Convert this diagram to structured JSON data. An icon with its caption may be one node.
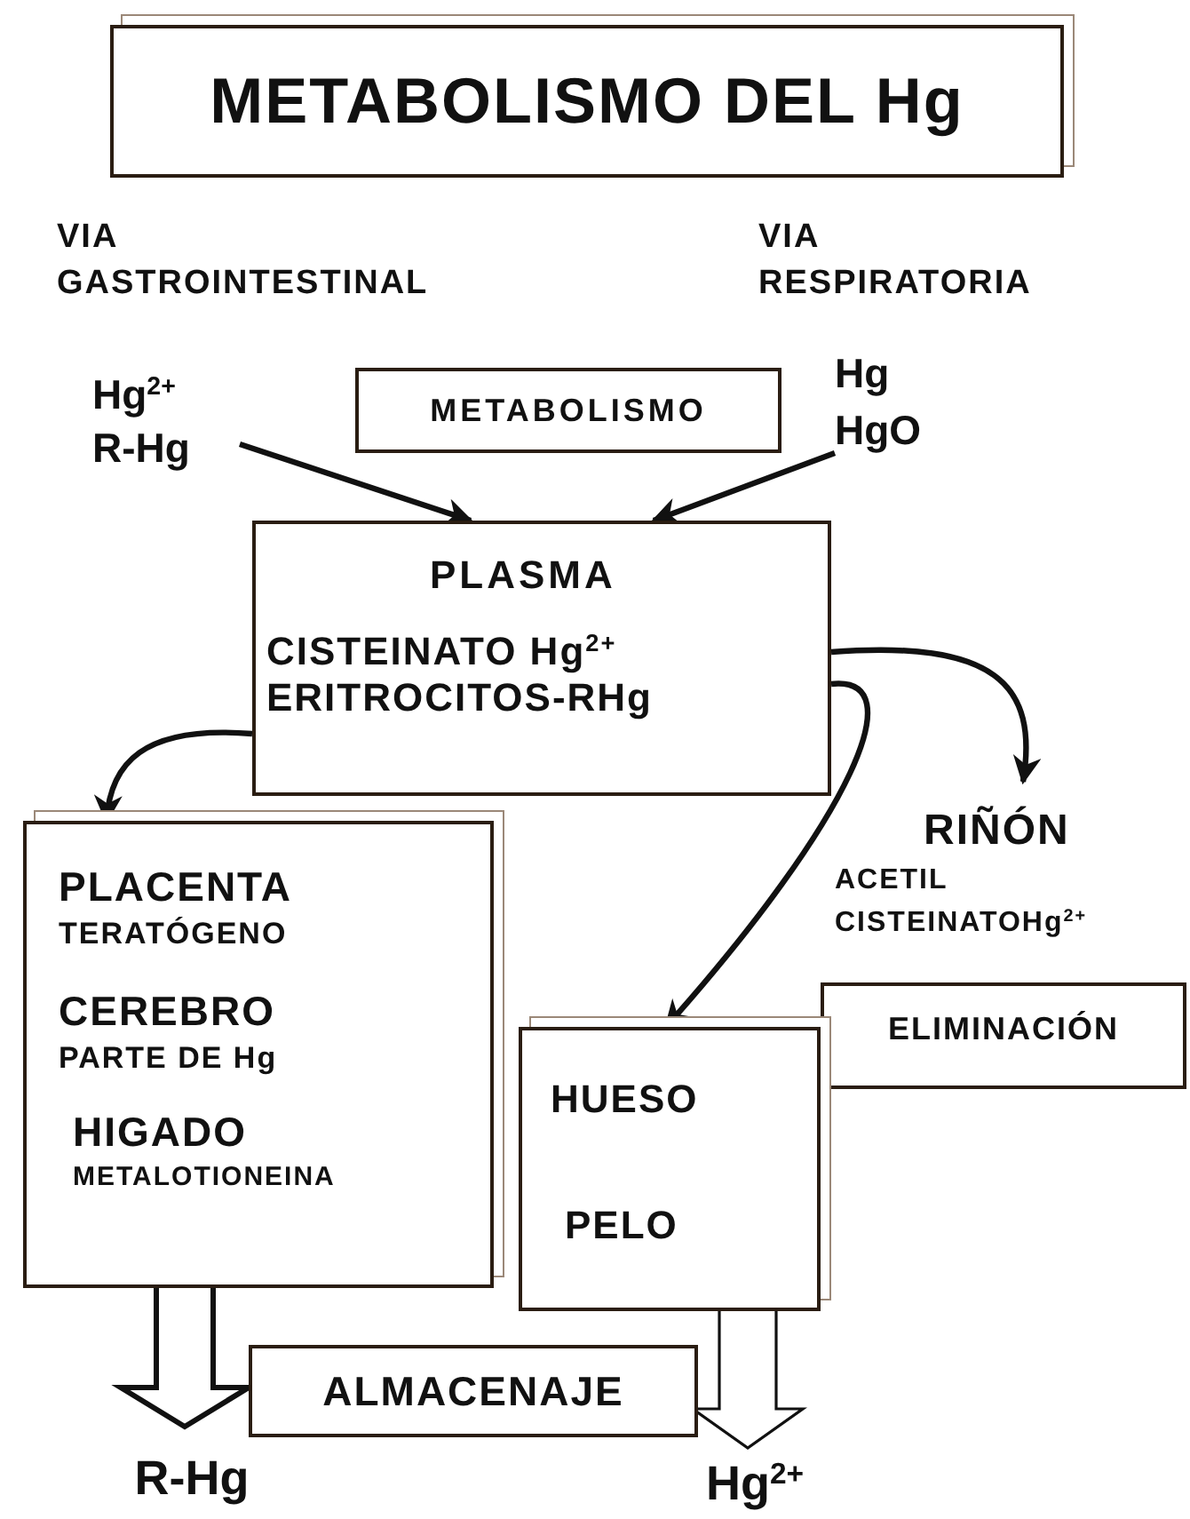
{
  "diagram": {
    "nodes": [
      {
        "text": [
          "METABOLISMO DEL Hg"
        ]
      },
      {
        "text": [
          "Hg$^{2+}$",
          "R-Hg"
        ]
      },
      {
        "text": [
          "METABOLISMO"
        ]
      },
      {
        "text": [
          "Hg",
          "HgO"
        ]
      },
      {
        "text": [
          "PLASMA",
          "CISTEINATO Hg$^{2+}$",
          "ERITROCITOS-RHg"
        ]
      },
      {
        "text": [
          "RIÑÓN",
          "ACETIL CISTEINATOHg$^{2+}$"
        ]
      },
      {
        "text": [
          "PLACENTA",
          "TERATÓGENO",
          "CEREBRO",
          "PARTE DE Hg",
          "HIGADO",
          "METALOTIONEINA"
        ]
      },
      {
        "text": [
          "ELIMINACIÓN"
        ]
      },
      {
        "text": [
          "HUESO",
          "PELO"
        ]
      },
      {
        "text": [
          "ALMACENAJE"
        ]
      },
      {
        "text": [
          "R-Hg"
        ]
      },
      {
        "text": [
          "Hg$^{2+}$"
        ]
      }
    ],
    "edges": [
      {
        "from": 1,
        "to": 4,
        "arrow": "to"
      },
      {
        "from": 3,
        "to": 4,
        "arrow": "to"
      },
      {
        "from": 4,
        "to": 5,
        "arrow": "to"
      },
      {
        "from": 4,
        "to": 8,
        "arrow": "to"
      },
      {
        "from": 4,
        "to": 6,
        "arrow": "to"
      },
      {
        "from": 6,
        "to": 10,
        "arrow": "to",
        "style": "thick"
      },
      {
        "from": 8,
        "to": 11,
        "arrow": "to",
        "style": "thick"
      }
    ],
    "labels": [
      "VIA GASTROINTESTINAL",
      "VIA RESPIRATORIA"
    ]
  }
}
